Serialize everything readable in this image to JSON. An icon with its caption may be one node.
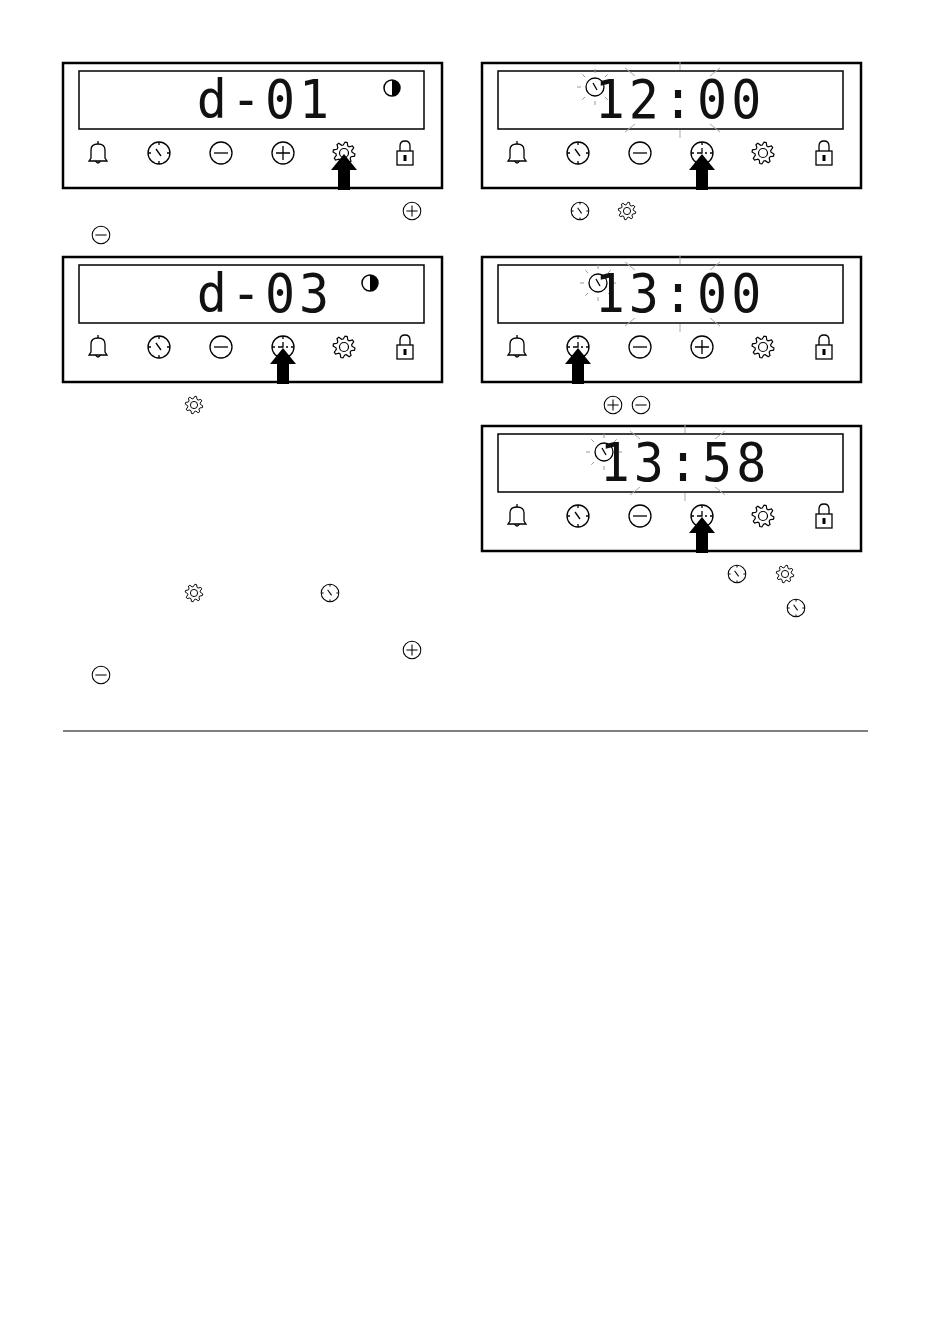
{
  "diagram": {
    "labels": [
      "d-01",
      "12:00",
      "d-03",
      "13:00",
      "13:58"
    ]
  }
}
